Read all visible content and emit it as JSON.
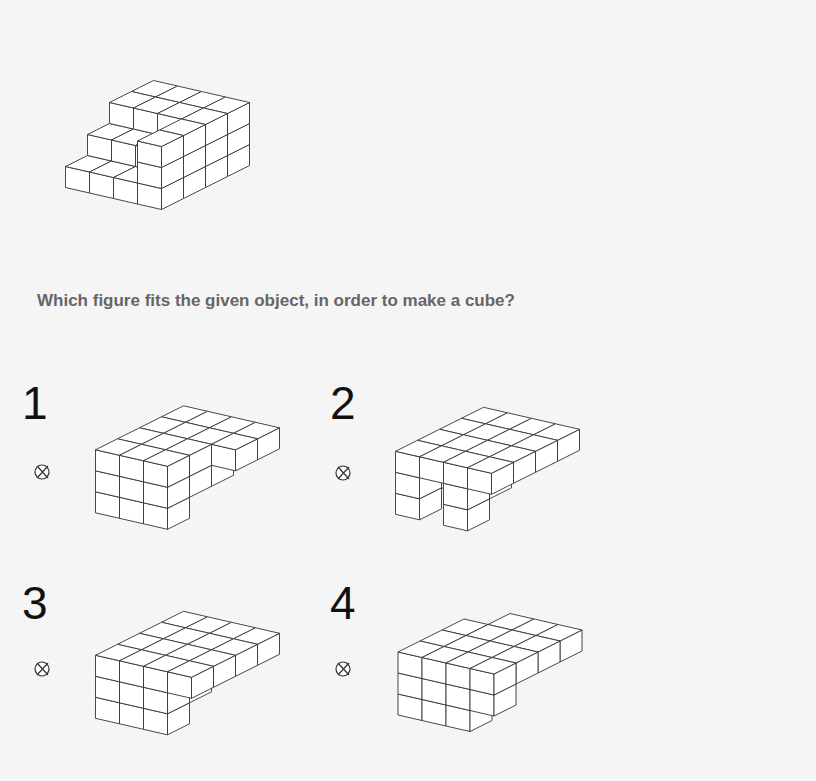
{
  "diagram": {
    "labels": [
      "Which figure fits the given object, in order to make a cube?",
      "1",
      "2",
      "3",
      "4"
    ]
  }
}
